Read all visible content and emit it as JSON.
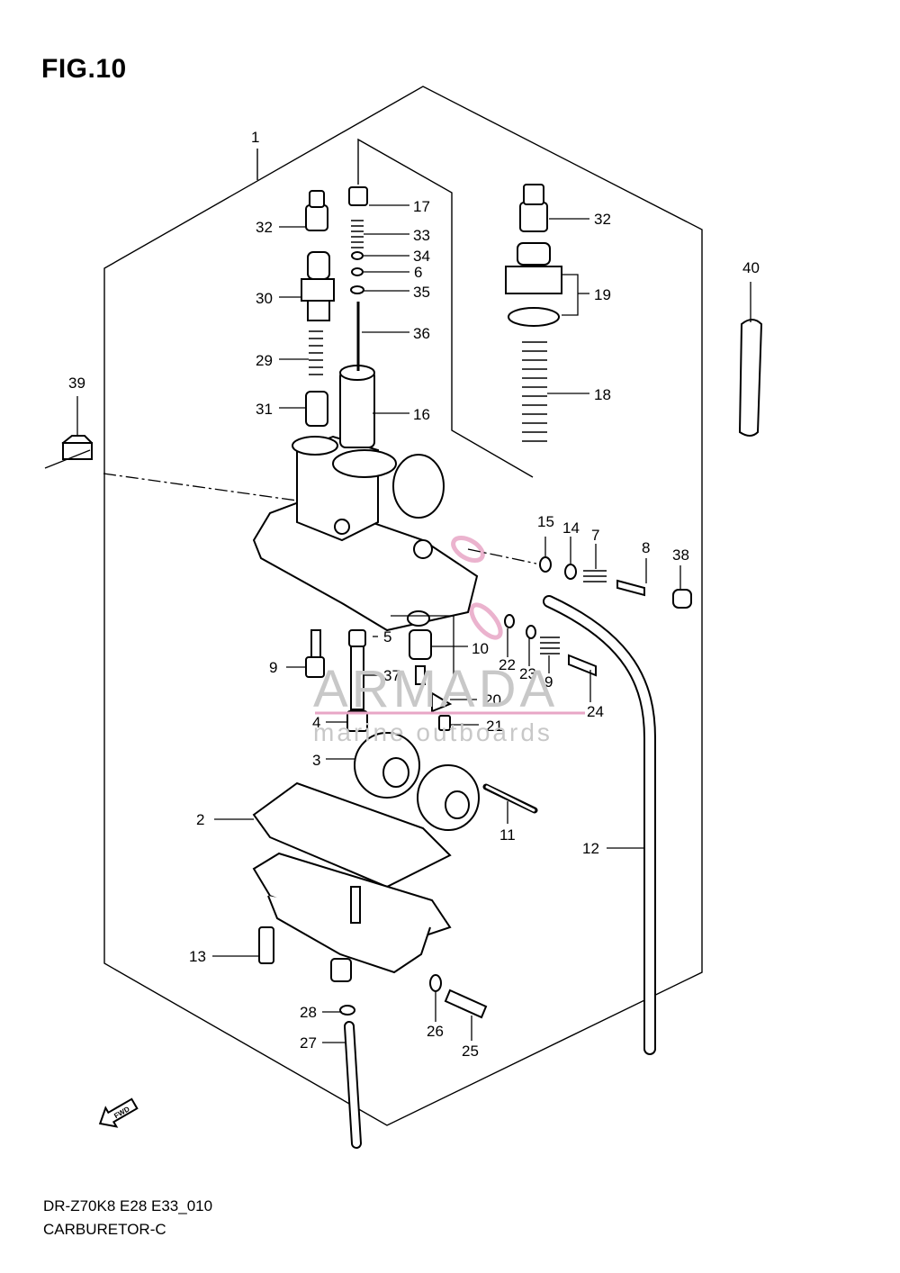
{
  "figure": {
    "title": "FIG.10"
  },
  "footer": {
    "model_code": "DR-Z70K8 E28 E33_010",
    "assembly_name": "CARBURETOR-C"
  },
  "watermark": {
    "brand": "ARMADA",
    "tagline": "marine outboards",
    "color_accent": "#e8a6c6"
  },
  "fwd_arrow": {
    "label": "FWD"
  },
  "callouts": [
    "1",
    "2",
    "3",
    "4",
    "5",
    "6",
    "7",
    "8",
    "9",
    "9",
    "10",
    "11",
    "12",
    "13",
    "14",
    "15",
    "16",
    "17",
    "18",
    "19",
    "20",
    "21",
    "22",
    "23",
    "24",
    "25",
    "26",
    "27",
    "28",
    "29",
    "30",
    "31",
    "32",
    "32",
    "33",
    "34",
    "35",
    "36",
    "37",
    "38",
    "39",
    "40"
  ]
}
